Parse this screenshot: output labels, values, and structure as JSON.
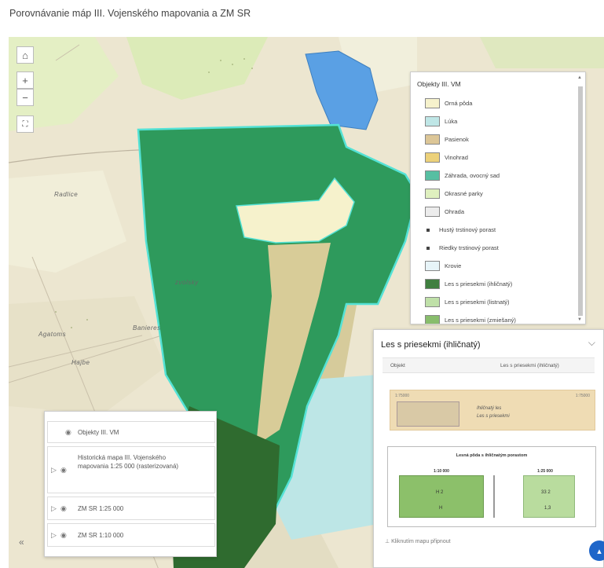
{
  "page_title": "Porovnávanie máp III. Vojenského mapovania a ZM SR",
  "map_labels": [
    "Radlice",
    "Agatoms",
    "Banieres",
    "Hajbe",
    "zvolsky"
  ],
  "legend": {
    "title": "Objekty III. VM",
    "items": [
      {
        "label": "Orná pôda",
        "color": "#f6f2cc"
      },
      {
        "label": "Lúka",
        "color": "#bfe6e6"
      },
      {
        "label": "Pasienok",
        "color": "#dcc697"
      },
      {
        "label": "Vinohrad",
        "color": "#ecd17a"
      },
      {
        "label": "Záhrada, ovocný sad",
        "color": "#57bfa2"
      },
      {
        "label": "Okrasné parky",
        "color": "#dff0bf"
      },
      {
        "label": "Ohrada",
        "color": "#ececec"
      },
      {
        "label": "Hustý trstinový porast",
        "dot": true
      },
      {
        "label": "Riedky trstinový porast",
        "dot": true
      },
      {
        "label": "Krovie",
        "color": "#e7f4f8"
      },
      {
        "label": "Les s priesekmi (ihličnatý)",
        "color": "#3f7f3f"
      },
      {
        "label": "Les s priesekmi (listnatý)",
        "color": "#bfe0a8"
      },
      {
        "label": "Les s priesekmi (zmiešaný)",
        "color": "#88bd6c"
      }
    ]
  },
  "popup": {
    "title": "Les s priesekmi (ihličnatý)",
    "attr_key": "Objekt",
    "attr_value": "Les s priesekmi (ihličnatý)",
    "image1_text_line1": "Ihličnatý les",
    "image1_text_line2": "Les s priesekmi",
    "image1_small_left": "1:75000",
    "image1_small_right": "1:75000",
    "image2_title": "Lesná pôda s ihličnatým porastom",
    "image2_scale_left": "1:10 000",
    "image2_scale_right": "1:25 000",
    "image2_cell_left": "H 2",
    "image2_cell_left_sub": "H",
    "image2_cell_right": "33 2",
    "image2_cell_right_sub": "1,3",
    "footer": "Kliknutím mapu připnout"
  },
  "layers": [
    {
      "label": "Objekty III. VM"
    },
    {
      "label": "Historická mapa III. Vojenského mapovania 1:25 000 (rasterizovaná)"
    },
    {
      "label": "ZM SR 1:25 000"
    },
    {
      "label": "ZM SR 1:10 000"
    }
  ],
  "colors": {
    "conifer_green": "#2e9a5c",
    "cyan_outline": "#54e2d6",
    "water_blue": "#5aa0e4",
    "tan": "#d4c895"
  }
}
